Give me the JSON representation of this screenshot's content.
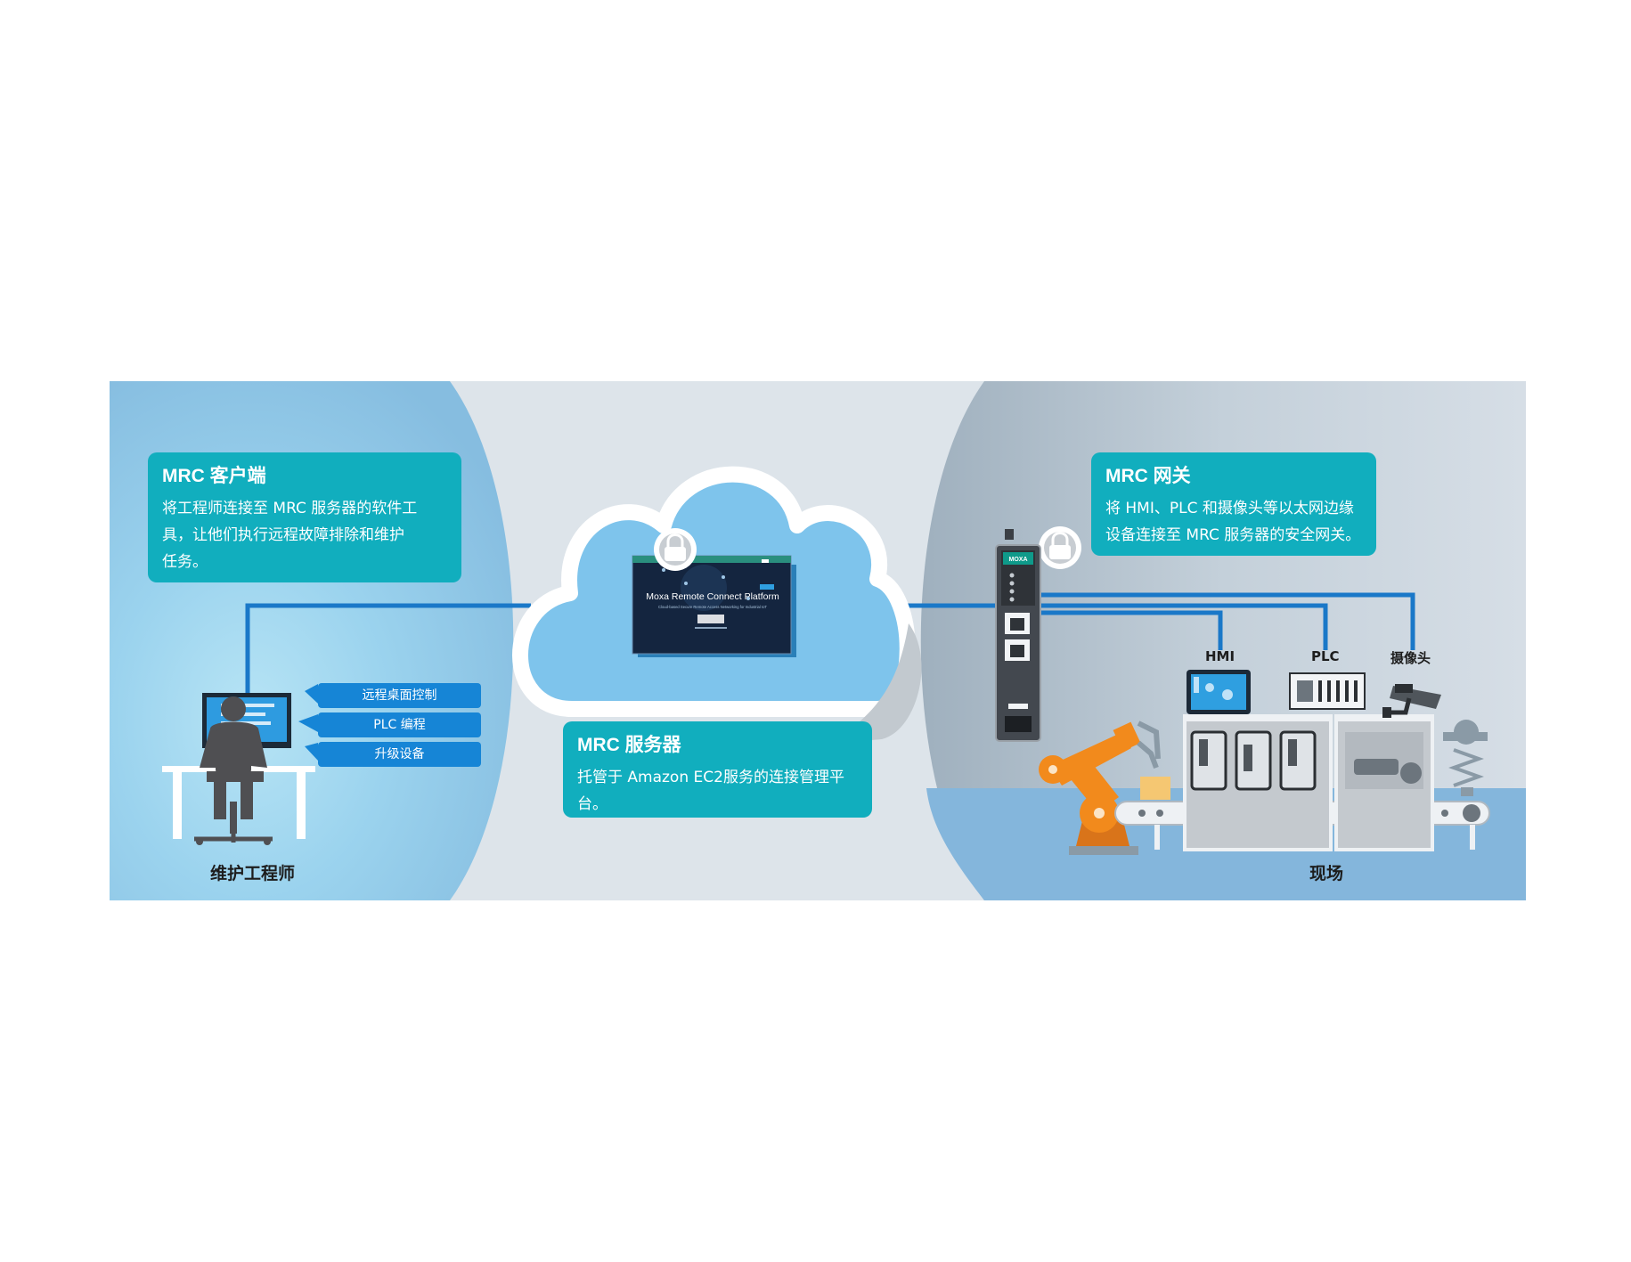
{
  "client_panel": {
    "title": "MRC 客户端",
    "lines": [
      "将工程师连接至 MRC 服务器的软件工",
      "具，让他们执行远程故障排除和维护",
      "任务。"
    ]
  },
  "server_panel": {
    "title": "MRC 服务器",
    "body": "托管于 Amazon EC2服务的连接管理平台。"
  },
  "gateway_panel": {
    "title": "MRC 网关",
    "lines": [
      "将 HMI、PLC 和摄像头等以太网边缘",
      "设备连接至 MRC 服务器的安全网关。"
    ]
  },
  "engineer": {
    "caption": "维护工程师",
    "tasks": [
      "远程桌面控制",
      "PLC 编程",
      "升级设备"
    ]
  },
  "field": {
    "caption": "现场",
    "devices": [
      "HMI",
      "PLC",
      "摄像头"
    ]
  },
  "platform_screen": {
    "title": "Moxa Remote Connect Platform",
    "subtitle": "Cloud-based Secure Remote Access Networking for Industrial IoT"
  },
  "gateway_device": {
    "brand": "MOXA"
  },
  "colors": {
    "panel_teal": "#11aebe",
    "link_blue": "#1a78c8",
    "pill_blue": "#1685d6",
    "cloud_blue": "#7ec4ec",
    "robot_orange": "#f28a1c"
  }
}
